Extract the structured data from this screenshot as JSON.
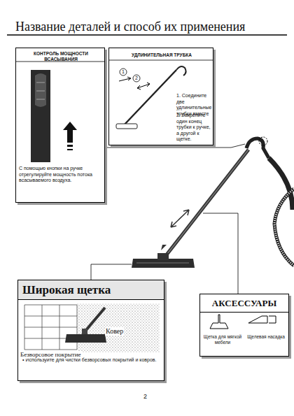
{
  "diagram": {
    "title": "Название деталей и способ их применения",
    "nodes": [
      {
        "text": [
          "КОНТРОЛЬ МОЩНОСТИ ВСАСЫВАНИЯ",
          "С помощью кнопки на ручке отрегулируйте мощность потока всасываемого воздуха."
        ]
      },
      {
        "text": [
          "УДЛИНИТЕЛЬНАЯ ТРУБКА",
          "1. Соедините две удлинительные трубки вместе",
          "2. Закрепите один конец трубки к ручке, а другой к щетке."
        ]
      },
      {
        "text": [
          "Широкая щетка",
          "• Используйте для чистки безворсовых покрытий и ковров."
        ]
      },
      {
        "text": [
          "АКСЕССУАРЫ"
        ]
      }
    ],
    "labels": [
      "1",
      "2",
      "Безворсовое покрытие",
      "Ковер",
      "Щетка для мягкой мебели",
      "Щелевая насадка",
      "2"
    ]
  }
}
